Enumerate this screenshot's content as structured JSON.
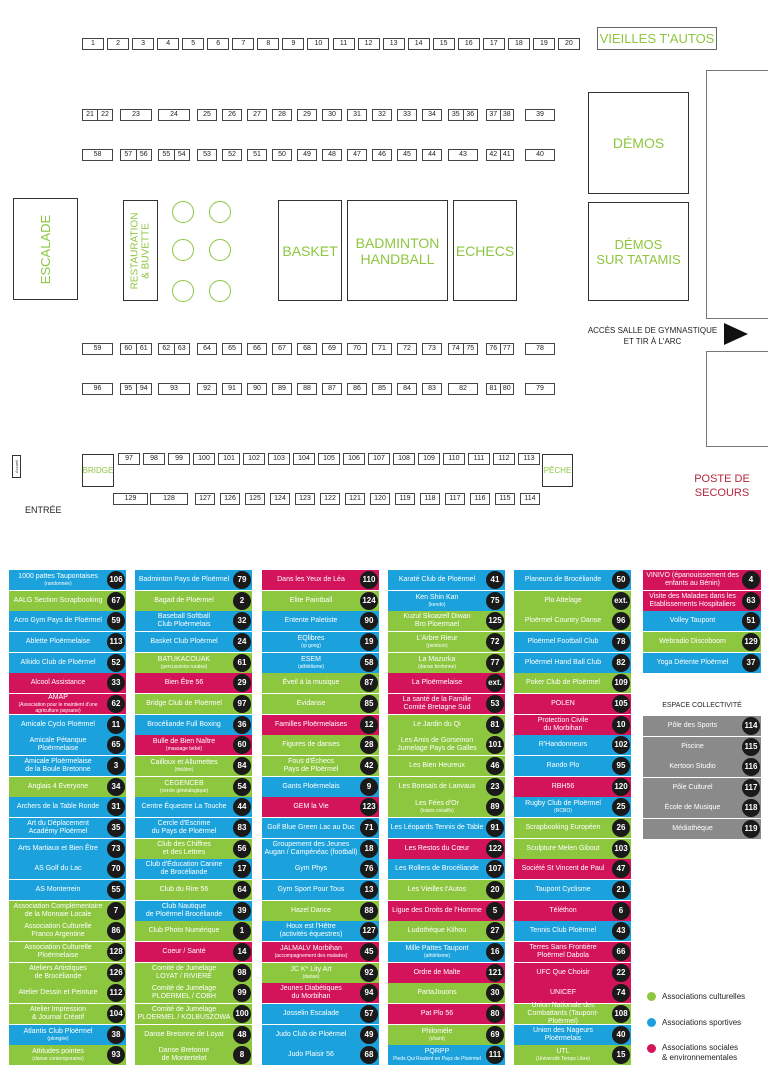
{
  "colors": {
    "culture": "#8dc63f",
    "sport": "#1ba1dc",
    "social": "#d4145a",
    "collective": "#8a8a8a"
  },
  "plan": {
    "vieilles_autos": "VIEILLES T'AUTOS",
    "demos": "DÉMOS",
    "demos_tatamis": "DÉMOS\nSUR TATAMIS",
    "escalade": "ESCALADE",
    "restauration": "RESTAURATION\n& BUVETTE",
    "basket": "BASKET",
    "badminton": "BADMINTON\nHANDBALL",
    "echecs": "ECHECS",
    "bridge": "BRIDGE",
    "peche": "PÊCHE",
    "accueil": "Accueil",
    "entree": "ENTRÉE",
    "acces": "ACCÈS SALLE DE GYMNASTIQUE\nET TIR À L'ARC",
    "poste": "POSTE DE\nSECOURS",
    "row_top": [
      "1",
      "2",
      "3",
      "4",
      "5",
      "6",
      "7",
      "8",
      "9",
      "10",
      "11",
      "12",
      "13",
      "14",
      "15",
      "16",
      "17",
      "18",
      "19",
      "20"
    ],
    "row_a": [
      [
        "21",
        "22"
      ],
      [
        "23"
      ],
      [
        "24"
      ],
      [
        "25"
      ],
      [
        "26"
      ],
      [
        "27"
      ],
      [
        "28"
      ],
      [
        "29"
      ],
      [
        "30"
      ],
      [
        "31"
      ],
      [
        "32"
      ],
      [
        "33"
      ],
      [
        "34"
      ],
      [
        "35",
        "36"
      ],
      [
        "37",
        "38"
      ],
      [
        "39"
      ]
    ],
    "row_b": [
      [
        "58"
      ],
      [
        "57",
        "56"
      ],
      [
        "55",
        "54"
      ],
      [
        "53"
      ],
      [
        "52"
      ],
      [
        "51"
      ],
      [
        "50"
      ],
      [
        "49"
      ],
      [
        "48"
      ],
      [
        "47"
      ],
      [
        "46"
      ],
      [
        "45"
      ],
      [
        "44"
      ],
      [
        "43"
      ],
      [
        "42",
        "41"
      ],
      [
        "40"
      ]
    ],
    "row_c": [
      [
        "59"
      ],
      [
        "60",
        "61"
      ],
      [
        "62",
        "63"
      ],
      [
        "64"
      ],
      [
        "65"
      ],
      [
        "66"
      ],
      [
        "67"
      ],
      [
        "68"
      ],
      [
        "69"
      ],
      [
        "70"
      ],
      [
        "71"
      ],
      [
        "72"
      ],
      [
        "73"
      ],
      [
        "74",
        "75"
      ],
      [
        "76",
        "77"
      ],
      [
        "78"
      ]
    ],
    "row_d": [
      [
        "96"
      ],
      [
        "95",
        "94"
      ],
      [
        "93"
      ],
      [
        "92"
      ],
      [
        "91"
      ],
      [
        "90"
      ],
      [
        "89"
      ],
      [
        "88"
      ],
      [
        "87"
      ],
      [
        "86"
      ],
      [
        "85"
      ],
      [
        "84"
      ],
      [
        "83"
      ],
      [
        "82"
      ],
      [
        "81",
        "80"
      ],
      [
        "79"
      ]
    ],
    "row_e": [
      "97",
      "98",
      "99",
      "100",
      "101",
      "102",
      "103",
      "104",
      "105",
      "106",
      "107",
      "108",
      "109",
      "110",
      "111",
      "112",
      "113"
    ],
    "row_f": [
      "129",
      "128",
      "127",
      "126",
      "125",
      "124",
      "123",
      "122",
      "121",
      "120",
      "119",
      "118",
      "117",
      "116",
      "115",
      "114"
    ]
  },
  "columns": [
    [
      {
        "n": "1000 pattes Taupontaises",
        "s": "(randonnée)",
        "num": "106",
        "t": "sport"
      },
      {
        "n": "AALG Section Scrapbooking",
        "num": "67",
        "t": "culture"
      },
      {
        "n": "Acro Gym Pays de Ploërmel",
        "num": "59",
        "t": "sport"
      },
      {
        "n": "Ablette Ploërmelaise",
        "num": "113",
        "t": "sport"
      },
      {
        "n": "Aïkido Club de Ploërmel",
        "num": "52",
        "t": "sport"
      },
      {
        "n": "Alcool Assistance",
        "num": "33",
        "t": "social"
      },
      {
        "n": "AMAP",
        "s": "(Association pour le maintient d'une agriculture paysane)",
        "num": "62",
        "t": "social"
      },
      {
        "n": "Amicale Cyclo Ploërmel",
        "num": "11",
        "t": "sport"
      },
      {
        "n": "Amicale Pétanque\nPloërmelaise",
        "num": "65",
        "t": "sport"
      },
      {
        "n": "Amicale Ploërmelaise\nde la Boule Bretonne",
        "num": "3",
        "t": "sport"
      },
      {
        "n": "Anglais 4 Everyone",
        "num": "34",
        "t": "culture"
      },
      {
        "n": "Archers de la Table Ronde",
        "num": "31",
        "t": "sport"
      },
      {
        "n": "Art du Déplacement\nAcadémy Ploërmel",
        "num": "35",
        "t": "sport"
      },
      {
        "n": "Arts Martiaux et Bien Être",
        "num": "73",
        "t": "sport"
      },
      {
        "n": "AS Golf du Lac",
        "num": "70",
        "t": "sport"
      },
      {
        "n": "AS Monterrein",
        "num": "55",
        "t": "sport"
      },
      {
        "n": "Association Complémentaire\nde la Monnaie Locale",
        "num": "7",
        "t": "culture"
      },
      {
        "n": "Association Culturelle\nFranco Argentine",
        "num": "86",
        "t": "culture"
      },
      {
        "n": "Association Culturelle\nPloërmelaise",
        "num": "128",
        "t": "culture"
      },
      {
        "n": "Ateliers Artistiques\nde Brocéliande",
        "num": "126",
        "t": "culture"
      },
      {
        "n": "Atelier Dessin et Peinture",
        "num": "112",
        "t": "culture"
      },
      {
        "n": "Atelier Impression\n& Journal Créatif",
        "num": "104",
        "t": "culture"
      },
      {
        "n": "Atlantis Club Ploërmel",
        "s": "(plongée)",
        "num": "38",
        "t": "sport"
      },
      {
        "n": "Attitudes pointes",
        "s": "(danse contemporaine)",
        "num": "93",
        "t": "culture"
      }
    ],
    [
      {
        "n": "Badminton Pays de Ploërmel",
        "num": "79",
        "t": "sport"
      },
      {
        "n": "Bagad de Ploërmel",
        "num": "2",
        "t": "culture"
      },
      {
        "n": "Baseball Softball\nClub Ploërmelais",
        "num": "32",
        "t": "sport"
      },
      {
        "n": "Basket Club Ploërmel",
        "num": "24",
        "t": "sport"
      },
      {
        "n": "BATUKACOUAK",
        "s": "(percussions rurales)",
        "num": "61",
        "t": "culture"
      },
      {
        "n": "Bien Être 56",
        "num": "29",
        "t": "social"
      },
      {
        "n": "Bridge Club de Ploërmel",
        "num": "97",
        "t": "culture"
      },
      {
        "n": "Brocéliande Full Boxing",
        "num": "36",
        "t": "sport"
      },
      {
        "n": "Bulle de Bien Naître",
        "s": "(massage bébé)",
        "num": "60",
        "t": "social"
      },
      {
        "n": "Cailloux et Allumettes",
        "s": "(théâtre)",
        "num": "84",
        "t": "culture"
      },
      {
        "n": "CEGENCEB",
        "s": "(cercle généalogique)",
        "num": "54",
        "t": "culture"
      },
      {
        "n": "Centre Équestre La Touche",
        "num": "44",
        "t": "sport"
      },
      {
        "n": "Cercle d'Escrime\ndu Pays de Ploërmel",
        "num": "83",
        "t": "sport"
      },
      {
        "n": "Club des Chiffres\net des Lettres",
        "num": "56",
        "t": "culture"
      },
      {
        "n": "Club d'Éducation Canine\nde Brocéliande",
        "num": "17",
        "t": "sport"
      },
      {
        "n": "Club du Rire 56",
        "num": "64",
        "t": "culture"
      },
      {
        "n": "Club Nautique\nde Ploërmel Brocéliande",
        "num": "39",
        "t": "sport"
      },
      {
        "n": "Club Photo Numérique",
        "num": "1",
        "t": "culture"
      },
      {
        "n": "Coeur / Santé",
        "num": "14",
        "t": "social"
      },
      {
        "n": "Comité de Jumelage\nLOYAT / RIVIERE",
        "num": "98",
        "t": "culture"
      },
      {
        "n": "Comité de Jumelage\nPLOERMEL / COBH",
        "num": "99",
        "t": "culture"
      },
      {
        "n": "Comité de Jumelage\nPLOERMEL / KOLBUSZOWA",
        "num": "100",
        "t": "culture"
      },
      {
        "n": "Danse Bretonne de Loyat",
        "num": "48",
        "t": "culture"
      },
      {
        "n": "Danse Bretonne\nde Montertelot",
        "num": "8",
        "t": "culture"
      }
    ],
    [
      {
        "n": "Dans les Yeux de Léa",
        "num": "110",
        "t": "social"
      },
      {
        "n": "Elite Paintball",
        "num": "124",
        "t": "culture"
      },
      {
        "n": "Entente Paletiste",
        "num": "90",
        "t": "sport"
      },
      {
        "n": "EQlibres",
        "s": "(qi gong)",
        "num": "19",
        "t": "sport"
      },
      {
        "n": "ESEM",
        "s": "(athlétisme)",
        "num": "58",
        "t": "sport"
      },
      {
        "n": "Éveil à la musique",
        "num": "87",
        "t": "culture"
      },
      {
        "n": "Evidanse",
        "num": "85",
        "t": "culture"
      },
      {
        "n": "Familles Ploërmelaises",
        "num": "12",
        "t": "social"
      },
      {
        "n": "Figures de danses",
        "num": "28",
        "t": "culture"
      },
      {
        "n": "Fous d'Échecs\nPays de Ploërmel",
        "num": "42",
        "t": "culture"
      },
      {
        "n": "Gants Ploërmelais",
        "num": "9",
        "t": "sport"
      },
      {
        "n": "GEM la Vie",
        "num": "123",
        "t": "social"
      },
      {
        "n": "Golf Blue Green Lac au Duc",
        "num": "71",
        "t": "sport"
      },
      {
        "n": "Groupement des Jeunes\nAugan / Campénéac (football)",
        "num": "18",
        "t": "sport"
      },
      {
        "n": "Gym Phys",
        "num": "76",
        "t": "sport"
      },
      {
        "n": "Gym Sport Pour Tous",
        "num": "13",
        "t": "sport"
      },
      {
        "n": "Hazel Dance",
        "num": "88",
        "t": "culture"
      },
      {
        "n": "Houx est l'Hêtre\n(activités équestres)",
        "num": "127",
        "t": "sport"
      },
      {
        "n": "JALMALV Morbihan",
        "s": "(accompagnement des malades)",
        "num": "45",
        "t": "social"
      },
      {
        "n": "JC K* Lity Art",
        "s": "(danse)",
        "num": "92",
        "t": "culture"
      },
      {
        "n": "Jeunes Diabétiques\ndu Morbihan",
        "num": "94",
        "t": "social"
      },
      {
        "n": "Josselin Escalade",
        "num": "57",
        "t": "sport"
      },
      {
        "n": "Judo Club de Ploërmel",
        "num": "49",
        "t": "sport"
      },
      {
        "n": "Judo Plaisir 56",
        "num": "68",
        "t": "sport"
      }
    ],
    [
      {
        "n": "Karaté Club de Ploërmel",
        "num": "41",
        "t": "sport"
      },
      {
        "n": "Ken Shin Kan",
        "s": "(kendo)",
        "num": "75",
        "t": "sport"
      },
      {
        "n": "Kuzul Skoazell Diwan\nBro Ploermael",
        "num": "125",
        "t": "culture"
      },
      {
        "n": "L'Arbre Rieur",
        "s": "(peinture)",
        "num": "72",
        "t": "culture"
      },
      {
        "n": "La Mazurka",
        "s": "(danse bretonne)",
        "num": "77",
        "t": "culture"
      },
      {
        "n": "La Ploërmelaise",
        "num": "ext.",
        "t": "social"
      },
      {
        "n": "La santé de la Famille\nComité Bretagne Sud",
        "num": "53",
        "t": "social"
      },
      {
        "n": "Le Jardin du Qi",
        "num": "81",
        "t": "culture"
      },
      {
        "n": "Les Amis de Gorseinon\nJumelage Pays de Galles",
        "num": "101",
        "t": "culture"
      },
      {
        "n": "Les Bien Heureux",
        "num": "46",
        "t": "culture"
      },
      {
        "n": "Les Bonsaïs de Lanvaux",
        "num": "23",
        "t": "culture"
      },
      {
        "n": "Les Fées d'Or",
        "s": "(loisirs créatifs)",
        "num": "89",
        "t": "culture"
      },
      {
        "n": "Les Léopards Tennis de Table",
        "num": "91",
        "t": "sport"
      },
      {
        "n": "Les Restos du Cœur",
        "num": "122",
        "t": "social"
      },
      {
        "n": "Les Rollers de Brocéliande",
        "num": "107",
        "t": "sport"
      },
      {
        "n": "Les Vieilles t'Autos",
        "num": "20",
        "t": "culture"
      },
      {
        "n": "Ligue des Droits de l'Homme",
        "num": "5",
        "t": "social"
      },
      {
        "n": "Ludothèque Kilhou",
        "num": "27",
        "t": "culture"
      },
      {
        "n": "Mille Pattes Taupont",
        "s": "(athlétisme)",
        "num": "16",
        "t": "sport"
      },
      {
        "n": "Ordre de Malte",
        "num": "121",
        "t": "social"
      },
      {
        "n": "PartaJouons",
        "num": "30",
        "t": "culture"
      },
      {
        "n": "Pat Plo 56",
        "num": "80",
        "t": "social"
      },
      {
        "n": "Philomèle",
        "s": "(chant)",
        "num": "69",
        "t": "culture"
      },
      {
        "n": "PQRPP",
        "s": "Pieds Qui Roulent en Pays de Ploërmel",
        "num": "111",
        "t": "sport"
      }
    ],
    [
      {
        "n": "Planeurs de Brocéliande",
        "num": "50",
        "t": "sport"
      },
      {
        "n": "Plo Attelage",
        "num": "ext.",
        "t": "culture"
      },
      {
        "n": "Ploërmel Country Danse",
        "num": "96",
        "t": "culture"
      },
      {
        "n": "Ploërmel Football Club",
        "num": "78",
        "t": "sport"
      },
      {
        "n": "Ploërmel Hand Ball Club",
        "num": "82",
        "t": "sport"
      },
      {
        "n": "Poker Club de Ploërmel",
        "num": "109",
        "t": "culture"
      },
      {
        "n": "POLEN",
        "num": "105",
        "t": "social"
      },
      {
        "n": "Protection Civile\ndu Morbihan",
        "num": "10",
        "t": "social"
      },
      {
        "n": "R'Handonneurs",
        "num": "102",
        "t": "sport"
      },
      {
        "n": "Rando Plo",
        "num": "95",
        "t": "sport"
      },
      {
        "n": "RBH56",
        "num": "120",
        "t": "social"
      },
      {
        "n": "Rugby Club de Ploërmel",
        "s": "(RCBO)",
        "num": "25",
        "t": "sport"
      },
      {
        "n": "Scrapbooking Européen",
        "num": "26",
        "t": "culture"
      },
      {
        "n": "Sculpture Melen Gibout",
        "num": "103",
        "t": "culture"
      },
      {
        "n": "Société St Vincent de Paul",
        "num": "47",
        "t": "social"
      },
      {
        "n": "Taupont Cyclisme",
        "num": "21",
        "t": "sport"
      },
      {
        "n": "Téléthon",
        "num": "6",
        "t": "social"
      },
      {
        "n": "Tennis Club Ploërmel",
        "num": "43",
        "t": "sport"
      },
      {
        "n": "Terres Sans Frontière\nPloërmel Dabola",
        "num": "66",
        "t": "social"
      },
      {
        "n": "UFC Que Choisir",
        "num": "22",
        "t": "social"
      },
      {
        "n": "UNICEF",
        "num": "74",
        "t": "social"
      },
      {
        "n": "Union Nationale des\nCombattants (Taupont-Ploërmel)",
        "num": "108",
        "t": "culture"
      },
      {
        "n": "Union des Nageurs\nPloërmelais",
        "num": "40",
        "t": "sport"
      },
      {
        "n": "UTL",
        "s": "(Université Temps Libre)",
        "num": "15",
        "t": "culture"
      }
    ],
    [
      {
        "n": "VINIVO (épanouissement des\nenfants au Bénin)",
        "num": "4",
        "t": "social"
      },
      {
        "n": "Visite des Malades dans les\nEtablissements Hospitaliers",
        "num": "63",
        "t": "social"
      },
      {
        "n": "Volley Taupont",
        "num": "51",
        "t": "sport"
      },
      {
        "n": "Webradio Discoboom",
        "num": "129",
        "t": "culture"
      },
      {
        "n": "Yoga Détente Ploërmel",
        "num": "37",
        "t": "sport"
      }
    ]
  ],
  "collective": {
    "title": "ESPACE COLLECTIVITÉ",
    "items": [
      {
        "n": "Pôle des Sports",
        "num": "114",
        "t": "collective"
      },
      {
        "n": "Piscine",
        "num": "115",
        "t": "collective"
      },
      {
        "n": "Kertoon Studio",
        "num": "116",
        "t": "collective"
      },
      {
        "n": "Pôle Culturel",
        "num": "117",
        "t": "collective"
      },
      {
        "n": "École de Musique",
        "num": "118",
        "t": "collective"
      },
      {
        "n": "Médiathèque",
        "num": "119",
        "t": "collective"
      }
    ]
  },
  "legend": [
    {
      "label": "Associations culturelles",
      "t": "culture"
    },
    {
      "label": "Associations sportives",
      "t": "sport"
    },
    {
      "label": "Associations sociales\n& environnementales",
      "t": "social"
    }
  ]
}
